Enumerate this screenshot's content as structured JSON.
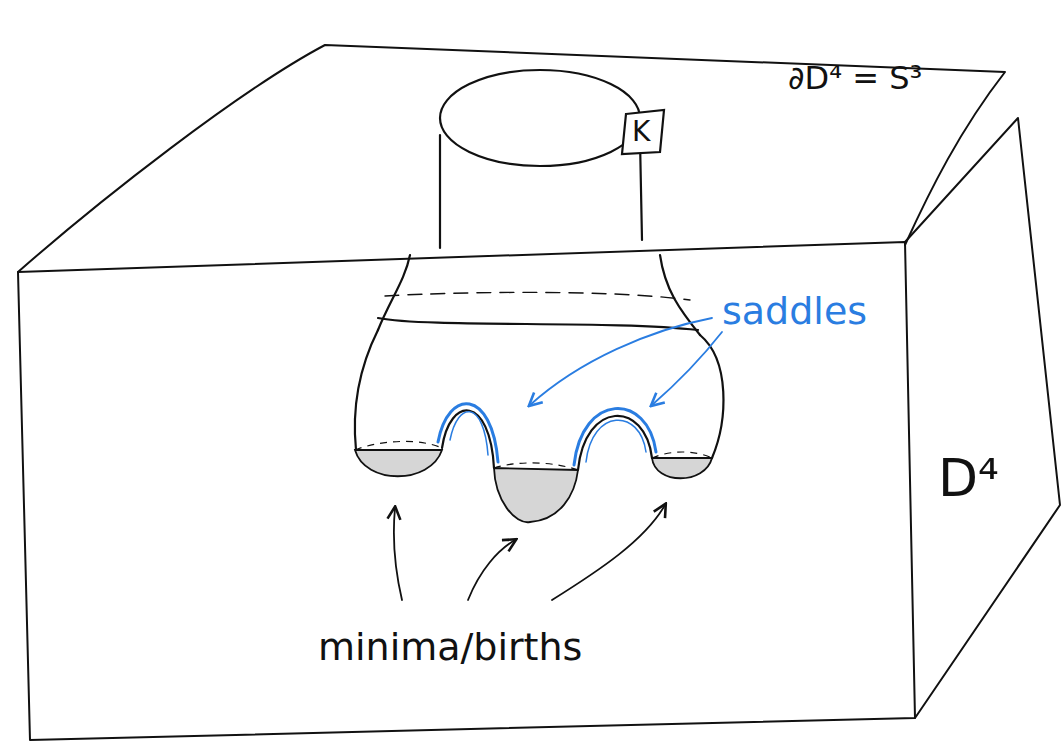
{
  "diagram": {
    "nodes": [
      {
        "text": [
          "∂D⁴ = S³",
          "D⁴"
        ]
      },
      {
        "text": [
          "K"
        ],
        "in": 0
      }
    ],
    "labels": [
      "saddles",
      "minima/births"
    ]
  }
}
